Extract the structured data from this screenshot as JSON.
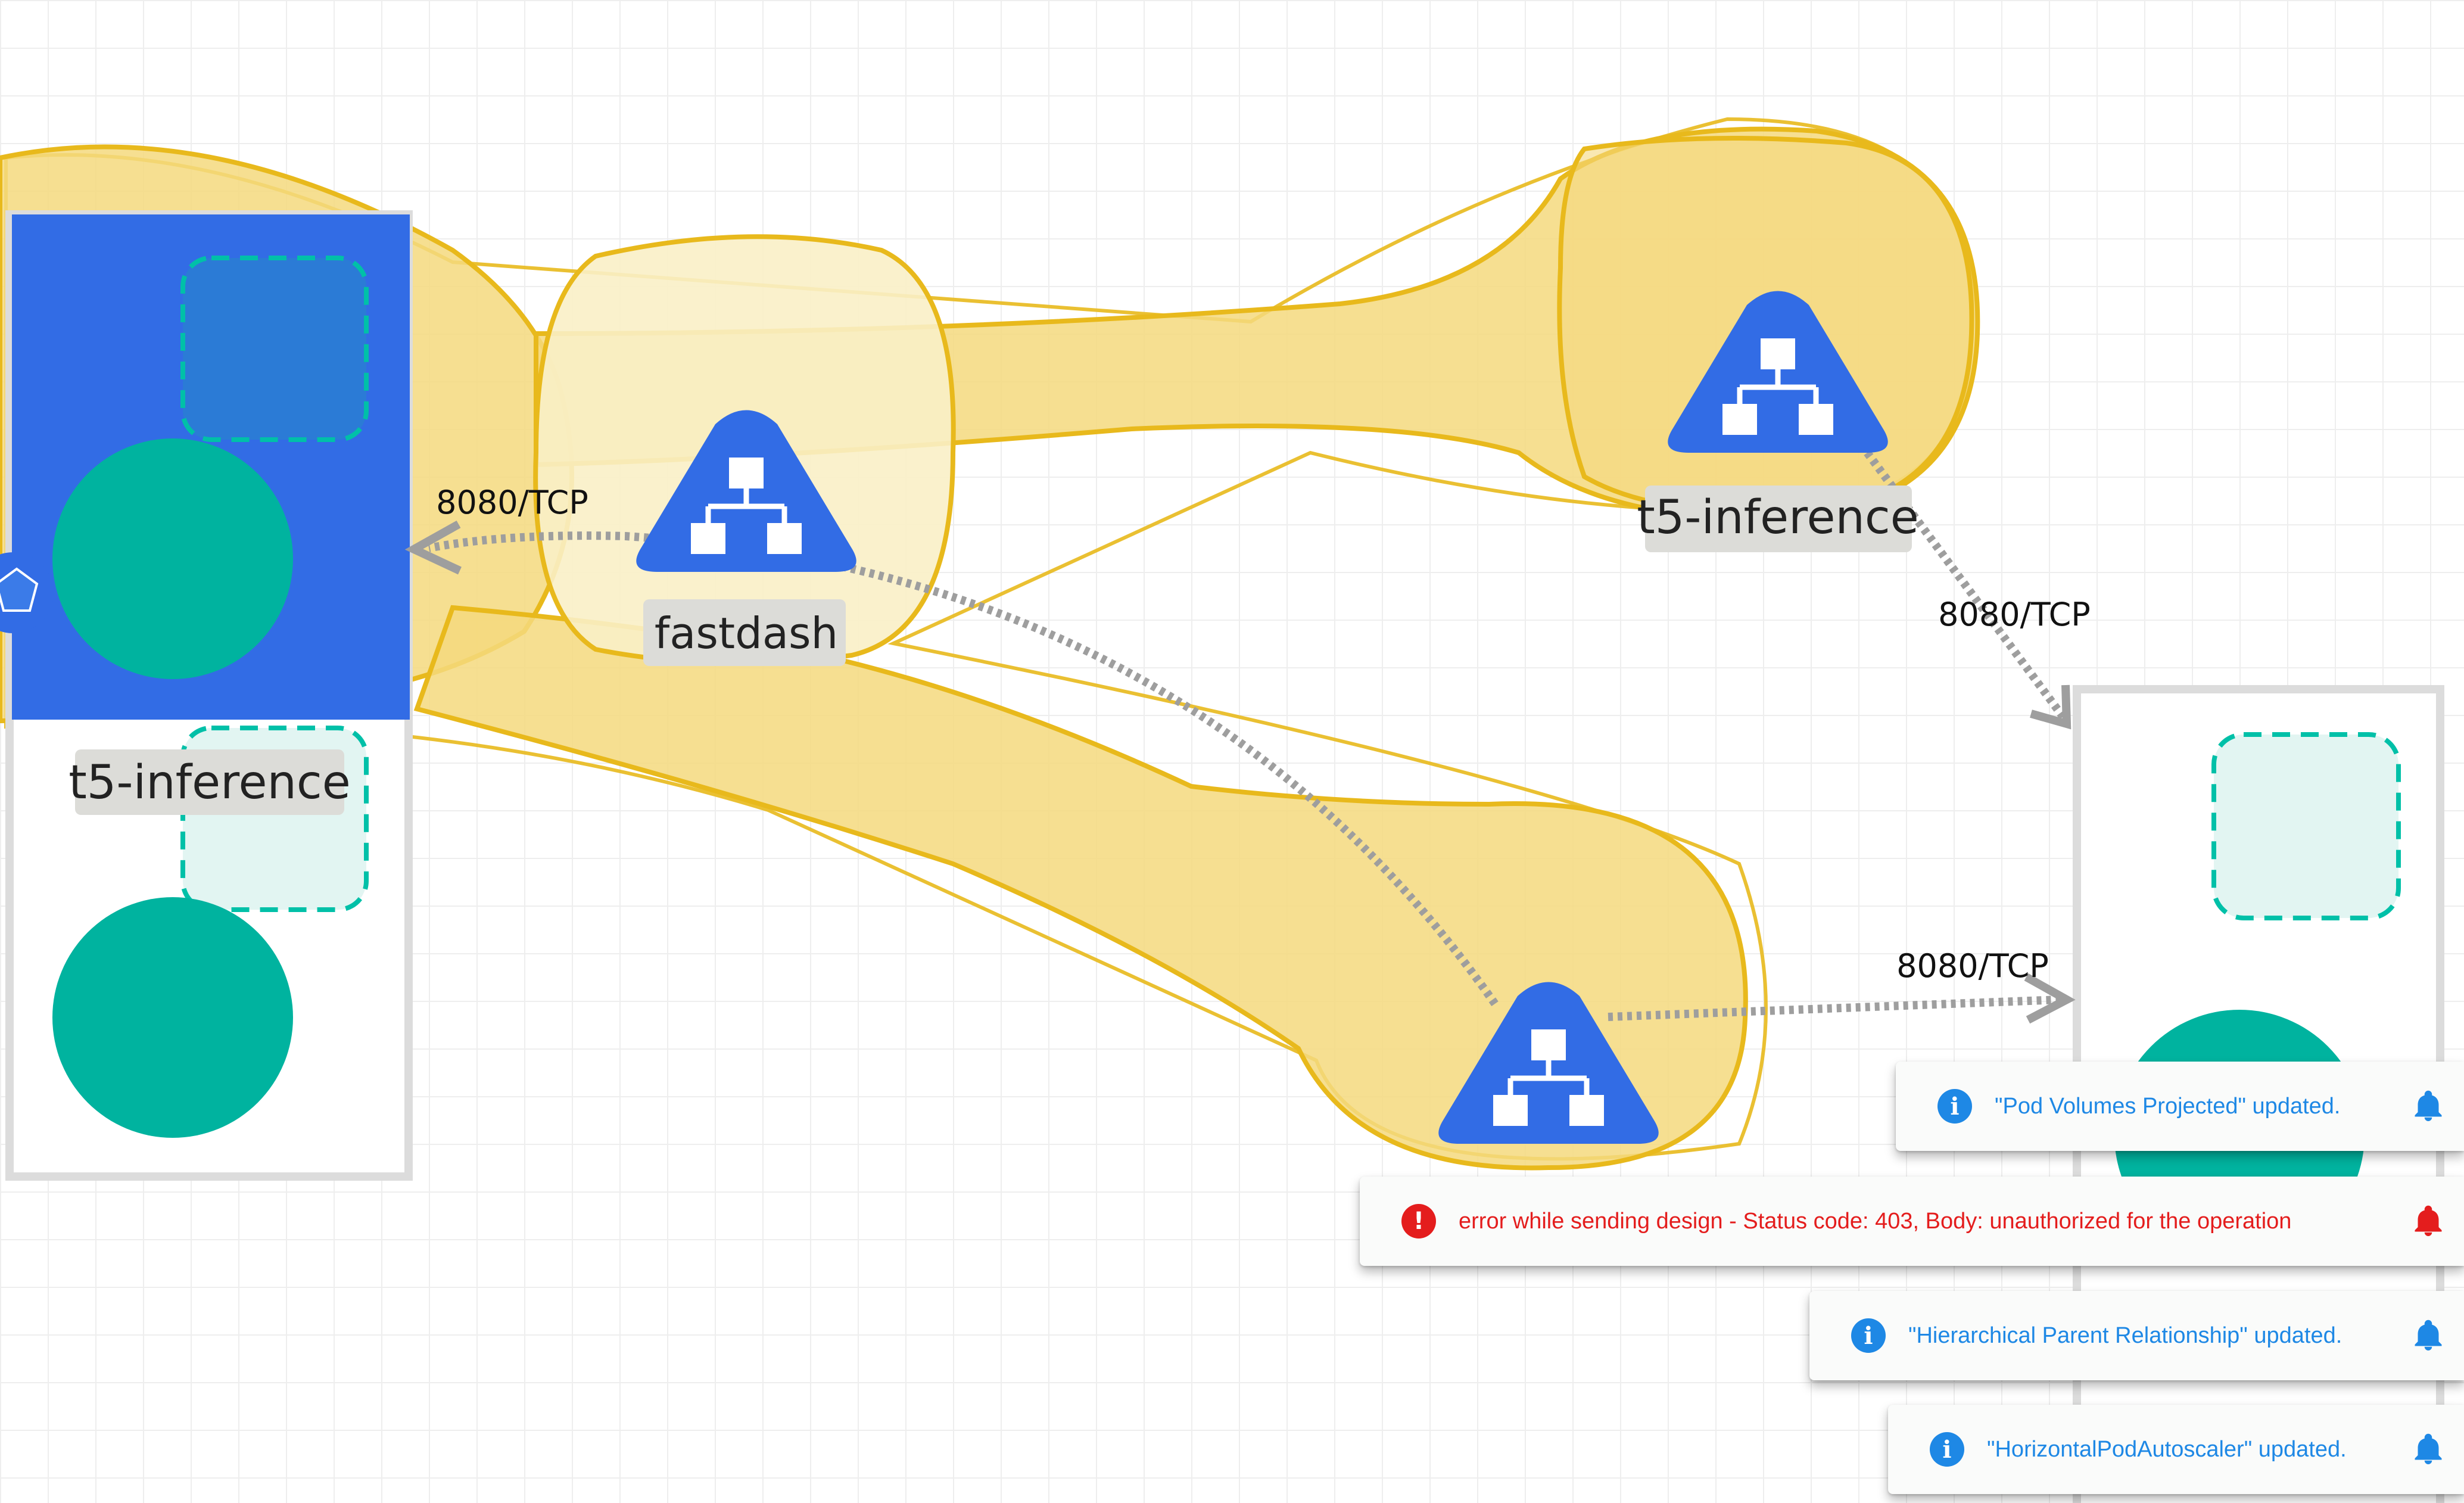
{
  "canvas": {
    "background": "#ffffff",
    "grid_color": "#eeeeee"
  },
  "colors": {
    "group_fill": "#f5d97e",
    "group_stroke": "#e8b91c",
    "service_blue": "#326ce5",
    "pod_green": "#00b39f",
    "dashed_teal": "#00c0a8",
    "label_bg": "#dcdcd8",
    "edge_gray": "#9e9e9e",
    "info_blue": "#1e88e5",
    "error_red": "#e41d1d"
  },
  "nodes": {
    "fastdash": {
      "label": "fastdash",
      "icon": "service-icon"
    },
    "t5_top": {
      "label": "t5-inference",
      "icon": "service-icon"
    },
    "t5_left": {
      "label": "t5-inference"
    },
    "bottom_service": {
      "icon": "service-icon"
    }
  },
  "edges": [
    {
      "label": "8080/TCP"
    },
    {
      "label": "8080/TCP"
    },
    {
      "label": "8080/TCP"
    }
  ],
  "notifications": [
    {
      "type": "info",
      "message": "\"Pod Volumes Projected\" updated.",
      "icon": "info-icon",
      "action_icon": "bell-icon"
    },
    {
      "type": "error",
      "message": "error while sending design - Status code: 403, Body: unauthorized for the operation",
      "icon": "error-icon",
      "action_icon": "bell-icon"
    },
    {
      "type": "info",
      "message": "\"Hierarchical Parent Relationship\" updated.",
      "icon": "info-icon",
      "action_icon": "bell-icon"
    },
    {
      "type": "info",
      "message": "\"HorizontalPodAutoscaler\" updated.",
      "icon": "info-icon",
      "action_icon": "bell-icon"
    }
  ]
}
